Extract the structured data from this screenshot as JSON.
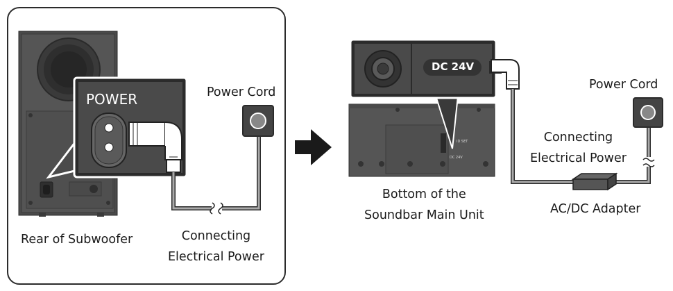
{
  "left_panel": {
    "power_badge": "POWER",
    "power_cord": "Power Cord",
    "caption": "Rear of Subwoofer",
    "connecting": [
      "Connecting",
      "Electrical Power"
    ]
  },
  "right_panel": {
    "dc_badge": "DC 24V",
    "tiny_port_top": "ID SET",
    "tiny_port_bottom": "DC 24V",
    "power_cord": "Power Cord",
    "connecting": [
      "Connecting",
      "Electrical Power"
    ],
    "caption": [
      "Bottom of the",
      "Soundbar Main Unit"
    ],
    "adapter": "AC/DC Adapter"
  },
  "colors": {
    "outline": "#2b2b2b",
    "device_body": "#4a4a4a",
    "cable": "#aaaaaa",
    "arrow": "#1a1a1a"
  }
}
